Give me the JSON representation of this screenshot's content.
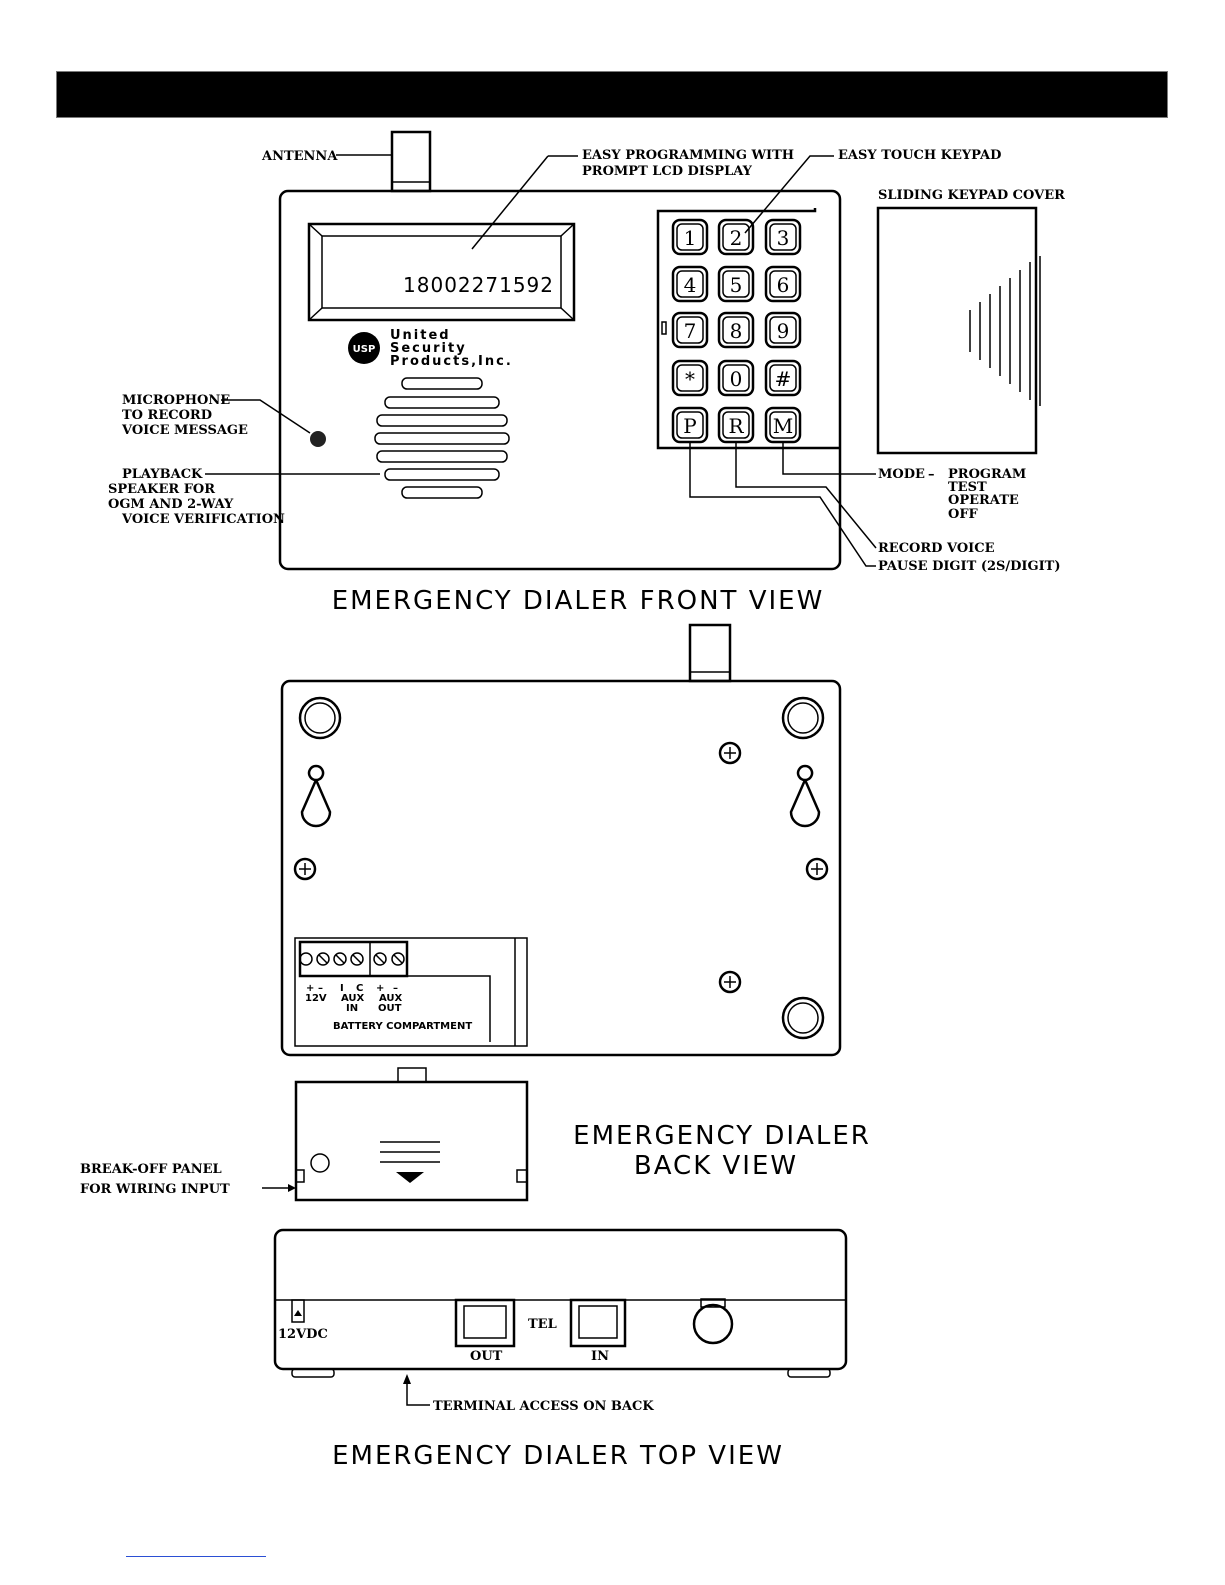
{
  "front_view": {
    "caption": "EMERGENCY DIALER FRONT VIEW",
    "lcd_number": "18002271592",
    "logo": {
      "badge": "USP",
      "line1": "United",
      "line2": "Security",
      "line3": "Products,Inc."
    },
    "keys": [
      "1",
      "2",
      "3",
      "4",
      "5",
      "6",
      "7",
      "8",
      "9",
      "*",
      "0",
      "#",
      "P",
      "R",
      "M"
    ],
    "labels": {
      "antenna": "ANTENNA",
      "lcd_line1": "EASY PROGRAMMING WITH",
      "lcd_line2": "PROMPT LCD DISPLAY",
      "keypad": "EASY TOUCH KEYPAD",
      "cover": "SLIDING KEYPAD COVER",
      "mic_line1": "MICROPHONE",
      "mic_line2": "TO RECORD",
      "mic_line3": "VOICE MESSAGE",
      "speaker_line1": "PLAYBACK",
      "speaker_line2": "SPEAKER FOR",
      "speaker_line3": "OGM AND 2-WAY",
      "speaker_line4": "VOICE VERIFICATION",
      "mode": "MODE",
      "mode_dash": "–",
      "mode_program": "PROGRAM",
      "mode_test": "TEST",
      "mode_operate": "OPERATE",
      "mode_off": "OFF",
      "record": "RECORD VOICE",
      "pause": "PAUSE DIGIT (2S/DIGIT)"
    }
  },
  "back_view": {
    "caption_line1": "EMERGENCY DIALER",
    "caption_line2": "BACK VIEW",
    "terminals": {
      "plus1": "+",
      "minus1": "–",
      "i": "I",
      "c": "C",
      "plus2": "+",
      "minus2": "–",
      "v12": "12V",
      "aux_in_1": "AUX",
      "aux_in_2": "IN",
      "aux_out_1": "AUX",
      "aux_out_2": "OUT"
    },
    "battery": "BATTERY COMPARTMENT",
    "breakoff_line1": "BREAK-OFF PANEL",
    "breakoff_line2": "FOR WIRING INPUT"
  },
  "top_view": {
    "caption": "EMERGENCY DIALER TOP VIEW",
    "dc": "12VDC",
    "tel": "TEL",
    "out": "OUT",
    "in": "IN",
    "terminal_access": "TERMINAL ACCESS ON BACK"
  }
}
